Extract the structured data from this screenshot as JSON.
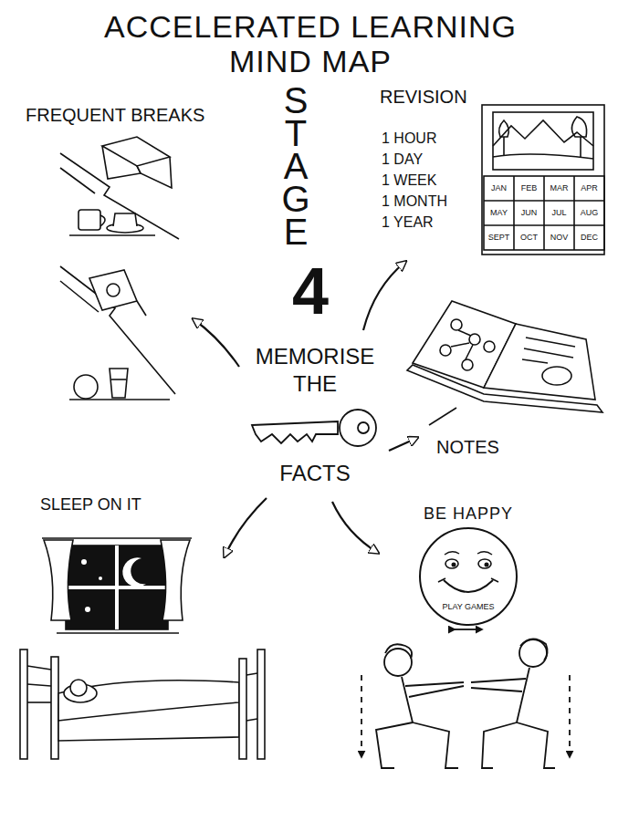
{
  "diagram": {
    "title": "ACCELERATED LEARNING MIND MAP",
    "nodes": [
      {
        "text": [
          "BE HAPPY",
          "PLAY GAMES"
        ]
      }
    ],
    "labels": [
      "STAGE",
      "4",
      "FREQUENT BREAKS",
      "REVISION",
      "1 HOUR",
      "1 DAY",
      "1 WEEK",
      "1 MONTH",
      "1 YEAR",
      "JAN",
      "FEB",
      "MAR",
      "APR",
      "MAY",
      "JUN",
      "JUL",
      "AUG",
      "SEPT",
      "OCT",
      "NOV",
      "DEC",
      "MEMORISE THE",
      "FACTS",
      "NOTES",
      "SLEEP ON IT"
    ]
  }
}
